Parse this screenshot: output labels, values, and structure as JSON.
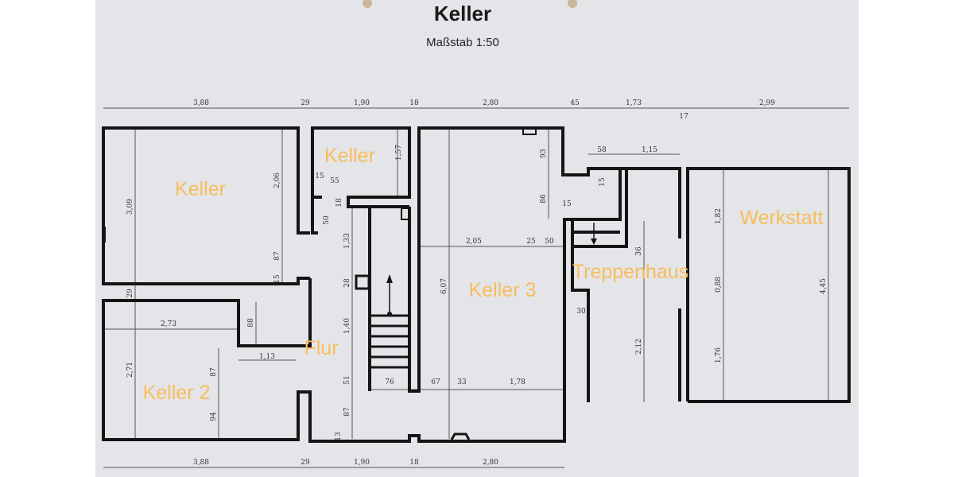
{
  "title": "Keller",
  "scale": "Maßstab 1:50",
  "colors": {
    "paper": "#e4e5e8",
    "walls": "#151515",
    "room_labels": "#f8bd5c"
  },
  "rooms": [
    "Keller",
    "Keller",
    "Keller 3",
    "Werkstatt",
    "Treppenhaus",
    "Flur",
    "Keller 2"
  ],
  "dimensions": {
    "top": [
      "3,88",
      "29",
      "1,90",
      "18",
      "2,80",
      "45",
      "1,73",
      "17",
      "2,99"
    ],
    "bottom": [
      "3,88",
      "29",
      "1,90",
      "18",
      "2,80"
    ],
    "interior": [
      "3,09",
      "2,06",
      "87",
      "15",
      "1,57",
      "15",
      "55",
      "18",
      "50",
      "1,33",
      "28",
      "29",
      "2,73",
      "88",
      "1,13",
      "87",
      "94",
      "2,71",
      "1,40",
      "51",
      "87",
      "13",
      "76",
      "67",
      "33",
      "1,78",
      "6,07",
      "2,05",
      "25",
      "50",
      "93",
      "86",
      "15",
      "58",
      "1,15",
      "15",
      "36",
      "2,12",
      "30",
      "1,82",
      "0,88",
      "1,76",
      "4,45"
    ]
  }
}
